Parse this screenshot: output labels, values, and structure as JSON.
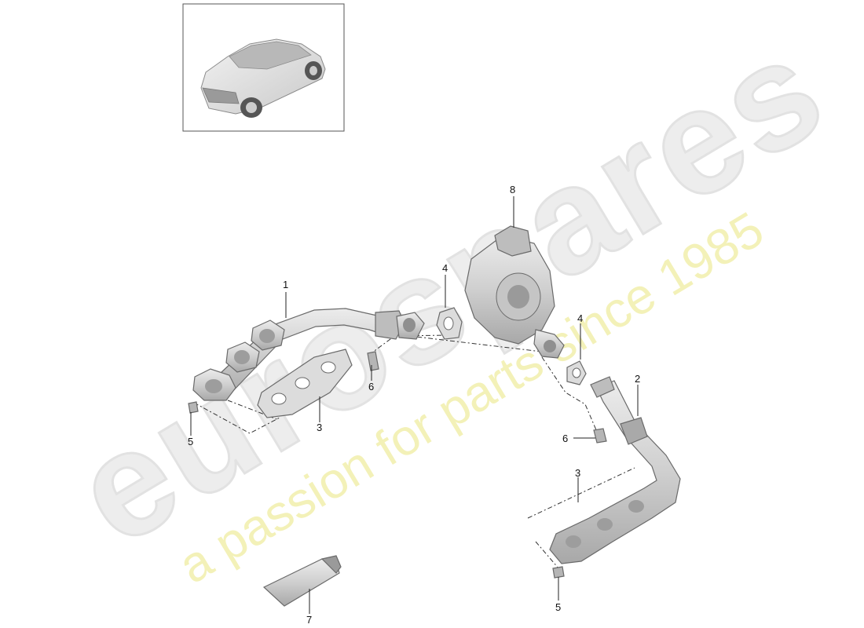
{
  "watermark": {
    "brand": "eurospares",
    "tagline": "a passion for parts since 1985"
  },
  "colors": {
    "part_fill": "#d4d4d4",
    "part_dark": "#a9a9a9",
    "part_stroke": "#6a6a6a",
    "watermark_text": "#ededed",
    "watermark_tagline": "#f3f1b8"
  },
  "callouts": [
    {
      "id": "c1",
      "label": "1"
    },
    {
      "id": "c2",
      "label": "2"
    },
    {
      "id": "c3a",
      "label": "3"
    },
    {
      "id": "c3b",
      "label": "3"
    },
    {
      "id": "c4a",
      "label": "4"
    },
    {
      "id": "c4b",
      "label": "4"
    },
    {
      "id": "c5a",
      "label": "5"
    },
    {
      "id": "c5b",
      "label": "5"
    },
    {
      "id": "c6a",
      "label": "6"
    },
    {
      "id": "c6b",
      "label": "6"
    },
    {
      "id": "c7",
      "label": "7"
    },
    {
      "id": "c8",
      "label": "8"
    }
  ]
}
